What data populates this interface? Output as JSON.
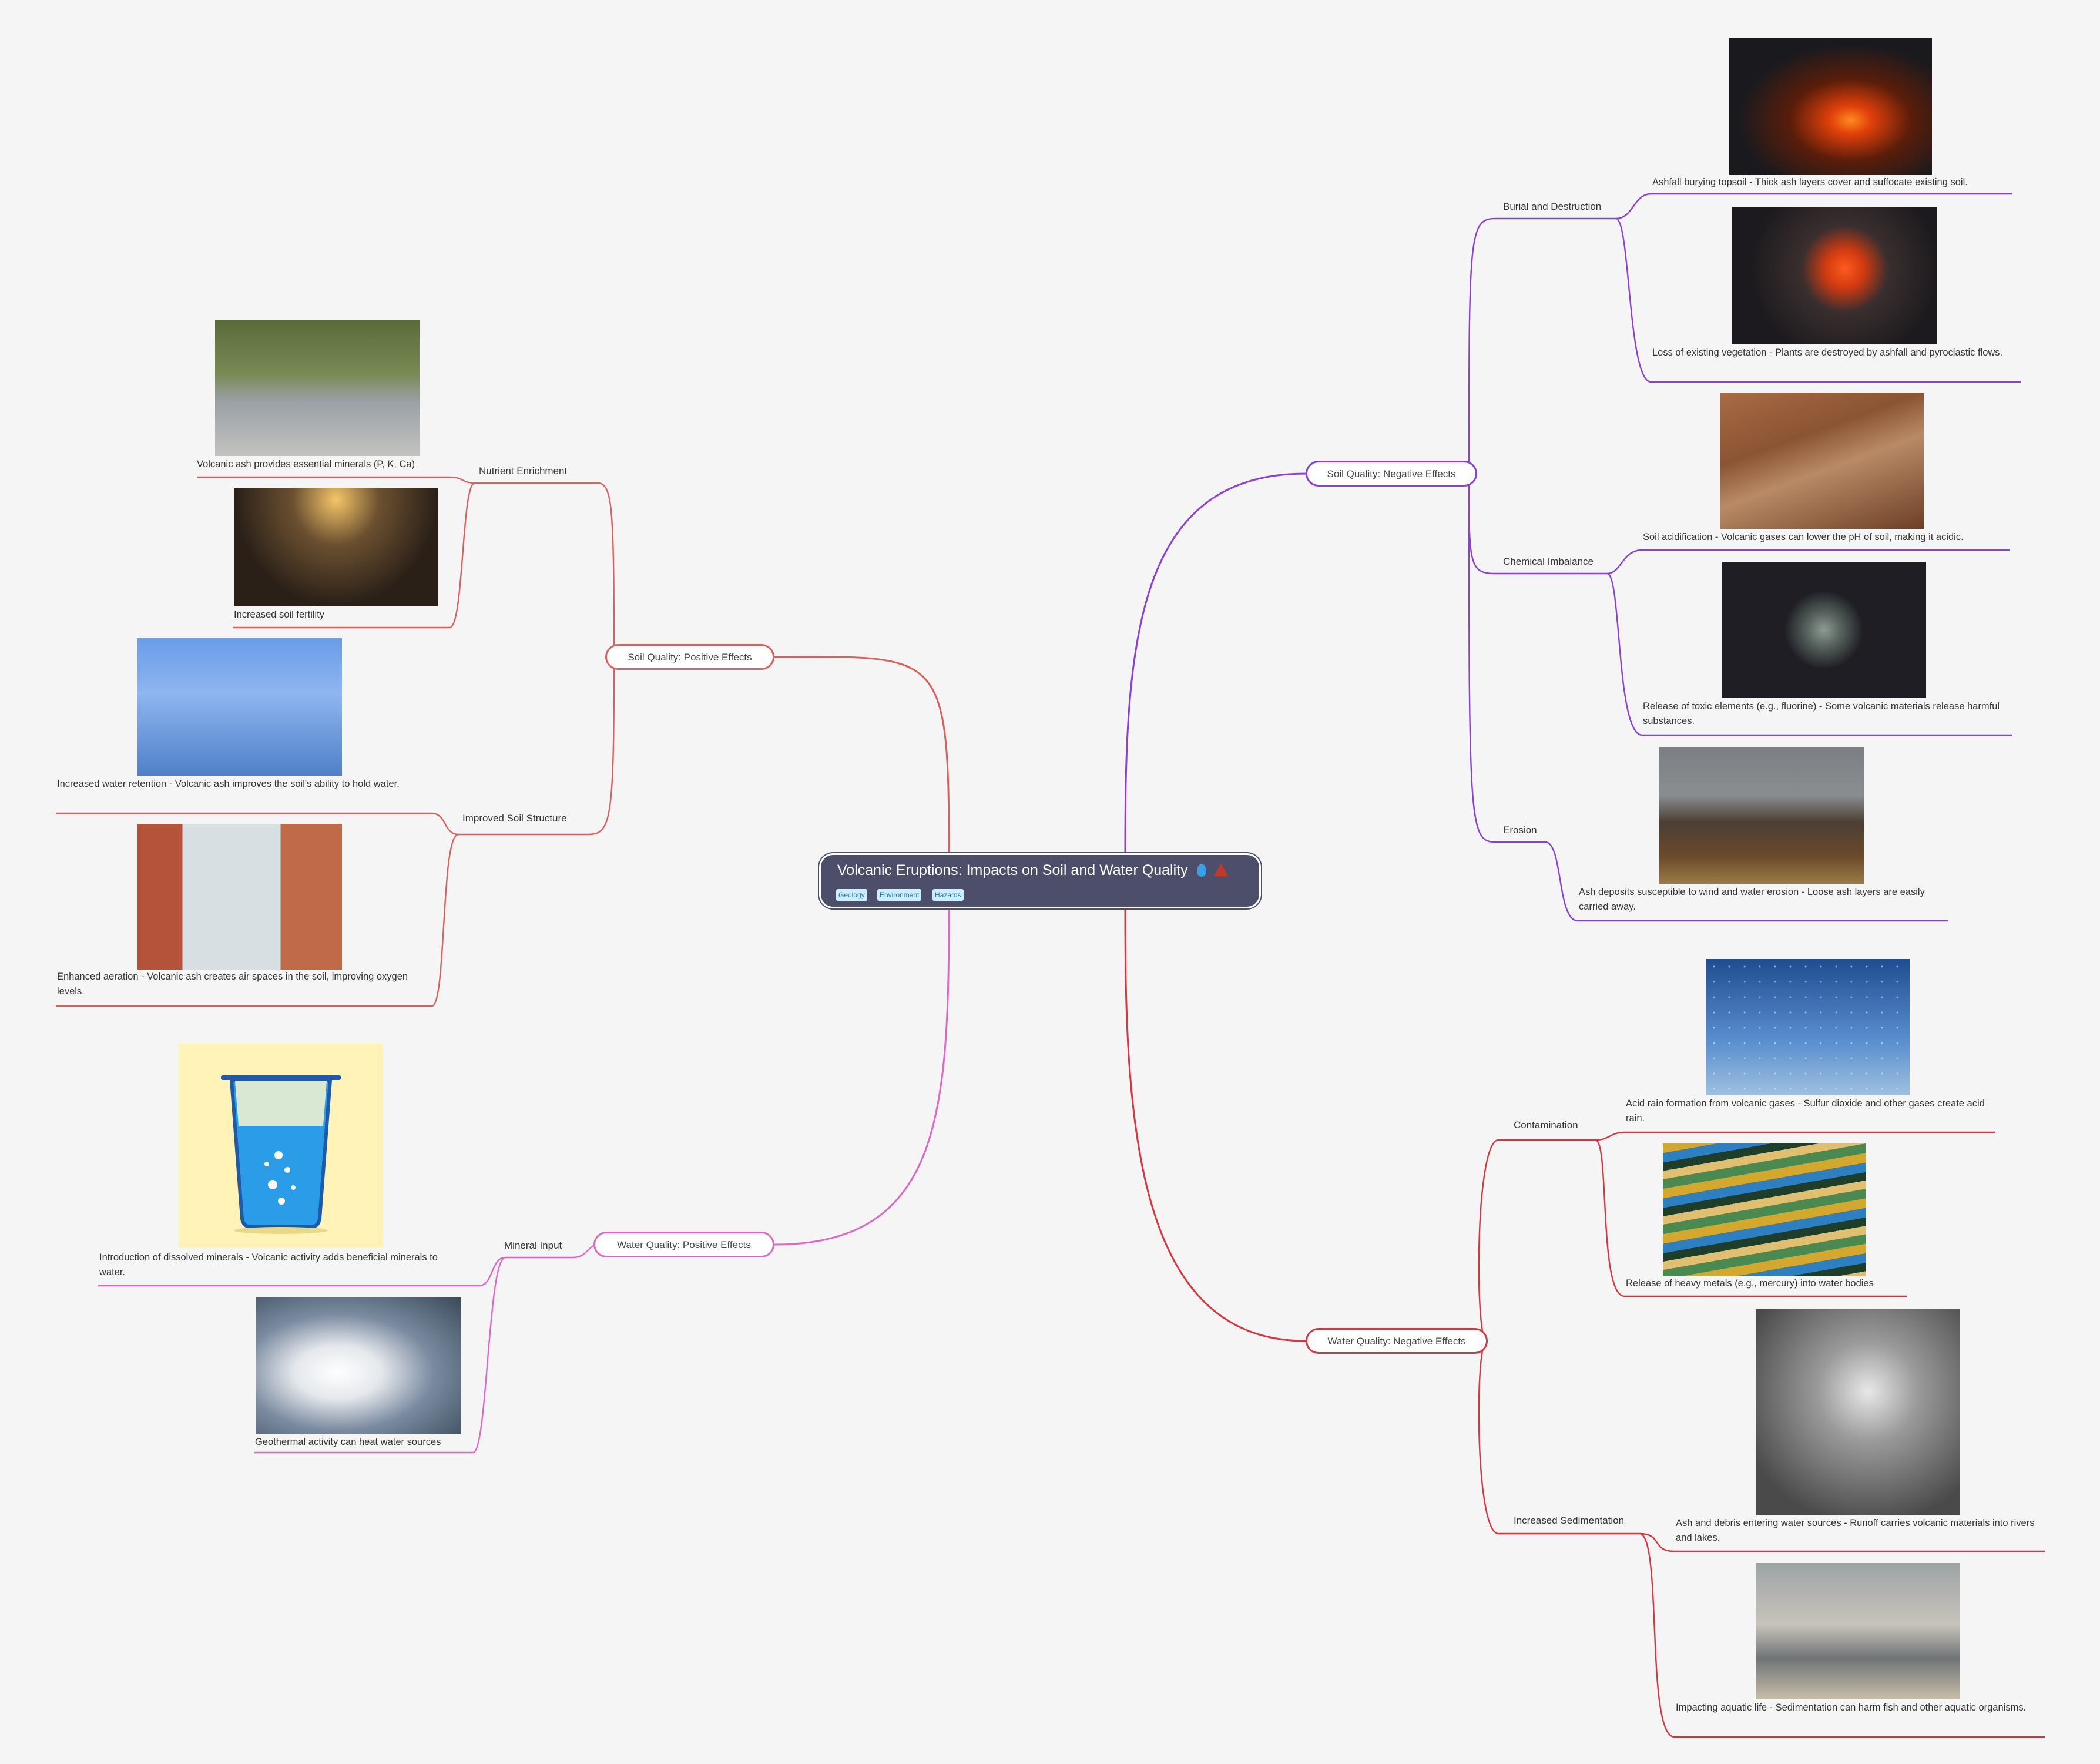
{
  "root": {
    "title": "Volcanic Eruptions: Impacts on Soil and Water Quality",
    "icons": [
      "water-drop-icon",
      "volcano-icon"
    ],
    "tags": [
      "Geology",
      "Environment",
      "Hazards"
    ]
  },
  "colors": {
    "root_bg": "#4d4e6a",
    "soil_negative": "#8a3fd6",
    "water_negative": "#d9353c",
    "soil_positive": "#d9605c",
    "water_positive": "#e066c4"
  },
  "branches": {
    "soil_negative": {
      "label": "Soil Quality: Negative Effects",
      "subs": {
        "burial": {
          "label": "Burial and Destruction",
          "leaves": [
            {
              "text": "Ashfall burying topsoil - Thick ash layers cover and suffocate existing soil.",
              "image": "erupting-volcano"
            },
            {
              "text": "Loss of existing vegetation - Plants are destroyed by ashfall and pyroclastic flows.",
              "image": "burning-leaf"
            }
          ]
        },
        "chemical": {
          "label": "Chemical Imbalance",
          "leaves": [
            {
              "text": "Soil acidification - Volcanic gases can lower the pH of soil, making it acidic.",
              "image": "cracked-soil"
            },
            {
              "text": "Release of toxic elements (e.g., fluorine) - Some volcanic materials release harmful substances.",
              "image": "gas-mask"
            }
          ]
        },
        "erosion": {
          "label": "Erosion",
          "leaves": [
            {
              "text": "Ash deposits susceptible to wind and water erosion - Loose ash layers are easily carried away.",
              "image": "eroded-landscape"
            }
          ]
        }
      }
    },
    "water_negative": {
      "label": "Water Quality: Negative Effects",
      "subs": {
        "contamination": {
          "label": "Contamination",
          "leaves": [
            {
              "text": "Acid rain formation from volcanic gases - Sulfur dioxide and other gases create acid rain.",
              "image": "rain-drops"
            },
            {
              "text": "Release of heavy metals (e.g., mercury) into water bodies",
              "image": "oily-water"
            }
          ]
        },
        "sedimentation": {
          "label": "Increased Sedimentation",
          "leaves": [
            {
              "text": "Ash and debris entering water sources - Runoff carries volcanic materials into rivers and lakes.",
              "image": "ash-fall"
            },
            {
              "text": "Impacting aquatic life - Sedimentation can harm fish and other aquatic organisms.",
              "image": "seals"
            }
          ]
        }
      }
    },
    "soil_positive": {
      "label": "Soil Quality: Positive Effects",
      "subs": {
        "nutrient": {
          "label": "Nutrient Enrichment",
          "leaves": [
            {
              "text": "Volcanic ash provides essential minerals (P, K, Ca)",
              "image": "mineral-rocks"
            },
            {
              "text": "Increased soil fertility",
              "image": "sprout"
            }
          ]
        },
        "structure": {
          "label": "Improved Soil Structure",
          "leaves": [
            {
              "text": "Increased water retention - Volcanic ash improves the soil's ability to hold water.",
              "image": "water-drop"
            },
            {
              "text": "Enhanced aeration - Volcanic ash creates air spaces in the soil, improving oxygen levels.",
              "image": "open-window"
            }
          ]
        }
      }
    },
    "water_positive": {
      "label": "Water Quality: Positive Effects",
      "subs": {
        "mineral": {
          "label": "Mineral Input",
          "leaves": [
            {
              "text": "Introduction of dissolved minerals - Volcanic activity adds beneficial minerals to water.",
              "image": "fizzy-glass"
            },
            {
              "text": "Geothermal activity can heat water sources",
              "image": "geyser"
            }
          ]
        }
      }
    }
  }
}
